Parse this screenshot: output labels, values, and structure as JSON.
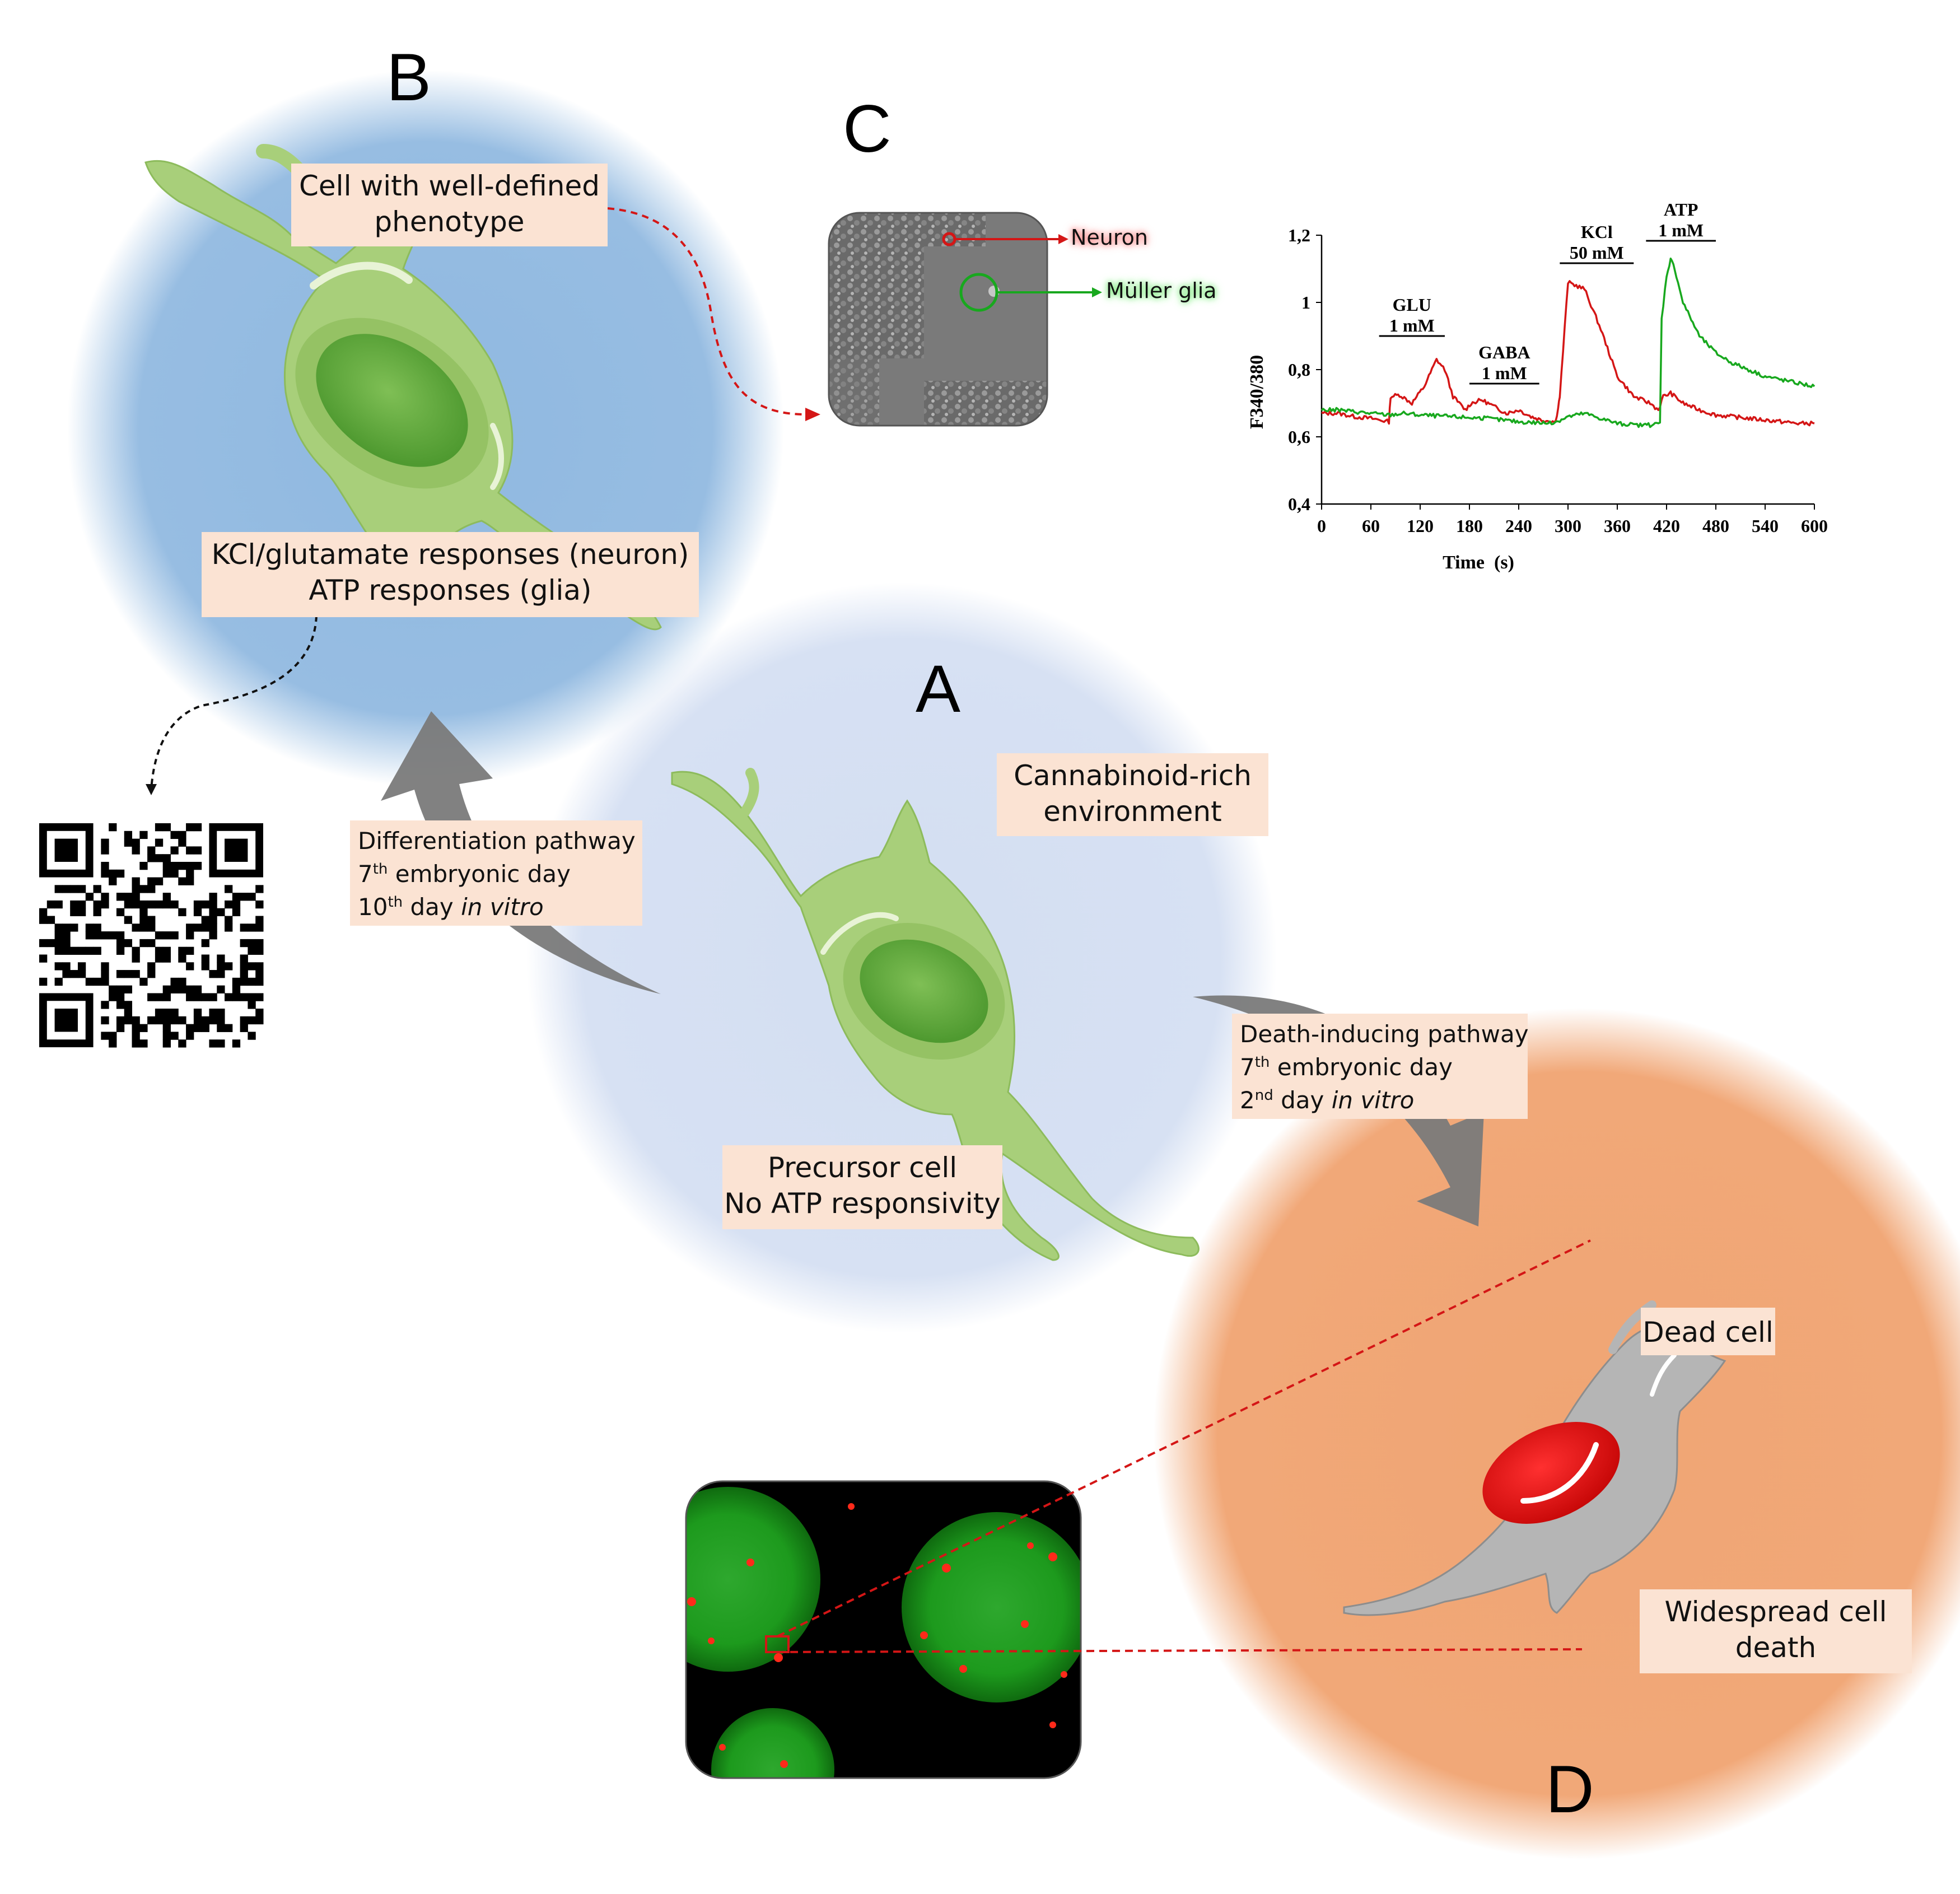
{
  "panels": {
    "a": "A",
    "b": "B",
    "c": "C",
    "d": "D"
  },
  "labels": {
    "well_defined": [
      "Cell with well-defined",
      "phenotype"
    ],
    "responses": [
      "KCl/glutamate responses (neuron)",
      "ATP responses (glia)"
    ],
    "cannabinoid": [
      "Cannabinoid-rich",
      "environment"
    ],
    "precursor": [
      "Precursor cell",
      "No ATP responsivity"
    ],
    "differentiation": {
      "line1": "Differentiation pathway",
      "line2_num": "7",
      "line2_sup": "th",
      "line2_rest": " embryonic day",
      "line3_num": "10",
      "line3_sup": "th",
      "line3_rest": " day ",
      "line3_italic": "in vitro"
    },
    "death": {
      "line1": "Death-inducing pathway",
      "line2_num": "7",
      "line2_sup": "th",
      "line2_rest": " embryonic day",
      "line3_num": "2",
      "line3_sup": "nd",
      "line3_rest": " day ",
      "line3_italic": "in vitro"
    },
    "dead_cell": "Dead cell",
    "widespread": [
      "Widespread cell",
      "death"
    ]
  },
  "photo_callouts": {
    "neuron": "Neuron",
    "muller": "Müller glia"
  },
  "colors": {
    "panel_b_bg": "#8fb8e0",
    "panel_a_bg": "#d3def2",
    "panel_d_bg": "#f0a574",
    "label_bg": "#fbe3d3",
    "cell_green": "#a8cf7a",
    "nucleus_green": "#5fa83a",
    "dead_cell_gray": "#b5b5b5",
    "dead_nucleus_red": "#e01010",
    "series_red": "#d41616",
    "series_green": "#18a81e",
    "arrow_gray": "#7a7a7a"
  },
  "chart_data": {
    "type": "line",
    "xlabel": "Time  (s)",
    "ylabel": "F340/380",
    "xlim": [
      0,
      600
    ],
    "ylim": [
      0.4,
      1.2
    ],
    "xticks": [
      "0",
      "60",
      "120",
      "180",
      "240",
      "300",
      "360",
      "420",
      "480",
      "540",
      "600"
    ],
    "yticks": [
      "0,4",
      "0,6",
      "0,8",
      "1",
      "1,2"
    ],
    "annotations": [
      {
        "text": [
          "GLU",
          "1 mM"
        ],
        "x_start": 70,
        "x_end": 150
      },
      {
        "text": [
          "GABA",
          "1 mM"
        ],
        "x_start": 180,
        "x_end": 265
      },
      {
        "text": [
          "KCl",
          "50 mM"
        ],
        "x_start": 290,
        "x_end": 380
      },
      {
        "text": [
          "ATP",
          "1 mM"
        ],
        "x_start": 395,
        "x_end": 480
      }
    ],
    "series": [
      {
        "color": "#d41616",
        "x": [
          0,
          20,
          40,
          60,
          82,
          84,
          95,
          110,
          125,
          140,
          150,
          160,
          175,
          182,
          195,
          210,
          225,
          240,
          255,
          268,
          285,
          288,
          290,
          300,
          320,
          340,
          360,
          380,
          400,
          410,
          416,
          425,
          440,
          460,
          480,
          500,
          520,
          540,
          560,
          580,
          600
        ],
        "y": [
          0.67,
          0.67,
          0.66,
          0.655,
          0.645,
          0.72,
          0.725,
          0.7,
          0.75,
          0.83,
          0.8,
          0.72,
          0.68,
          0.7,
          0.71,
          0.69,
          0.67,
          0.68,
          0.66,
          0.65,
          0.645,
          0.69,
          0.72,
          1.06,
          1.04,
          0.92,
          0.78,
          0.72,
          0.7,
          0.68,
          0.72,
          0.73,
          0.7,
          0.68,
          0.665,
          0.66,
          0.655,
          0.65,
          0.645,
          0.64,
          0.64
        ]
      },
      {
        "color": "#18a81e",
        "x": [
          0,
          20,
          40,
          60,
          82,
          100,
          120,
          160,
          200,
          240,
          280,
          300,
          320,
          340,
          360,
          380,
          400,
          412,
          414,
          420,
          425,
          430,
          440,
          460,
          480,
          500,
          520,
          540,
          560,
          580,
          600
        ],
        "y": [
          0.68,
          0.68,
          0.675,
          0.67,
          0.665,
          0.67,
          0.665,
          0.66,
          0.655,
          0.645,
          0.64,
          0.66,
          0.67,
          0.655,
          0.64,
          0.635,
          0.635,
          0.64,
          0.95,
          1.08,
          1.13,
          1.1,
          1.0,
          0.9,
          0.85,
          0.82,
          0.8,
          0.78,
          0.77,
          0.76,
          0.75
        ]
      }
    ]
  }
}
